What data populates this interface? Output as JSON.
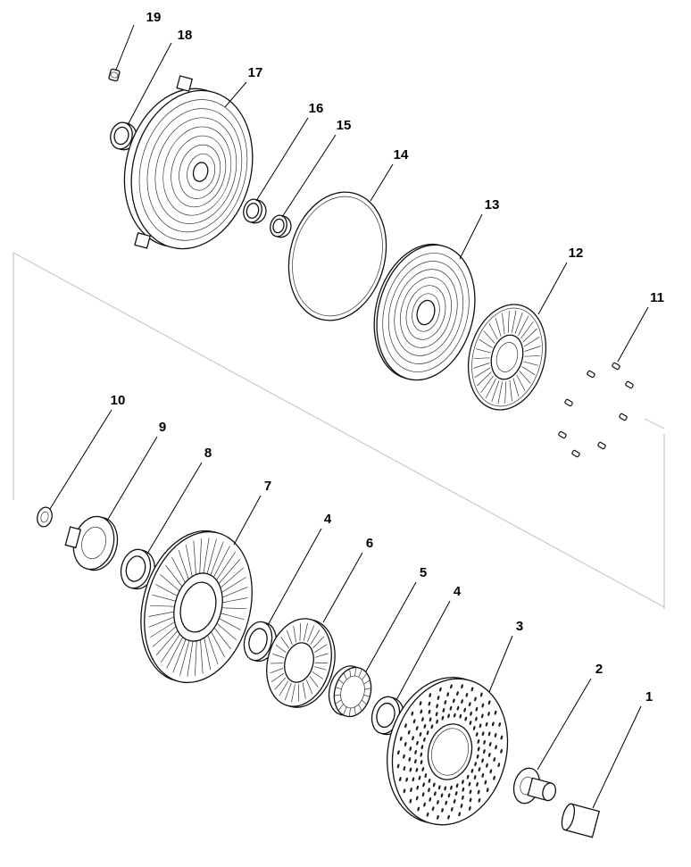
{
  "diagram": {
    "type": "exploded-parts-view",
    "callouts": [
      "19",
      "18",
      "17",
      "16",
      "15",
      "14",
      "13",
      "12",
      "11",
      "10",
      "9",
      "8",
      "7",
      "4",
      "6",
      "5",
      "4",
      "3",
      "2",
      "1"
    ]
  }
}
